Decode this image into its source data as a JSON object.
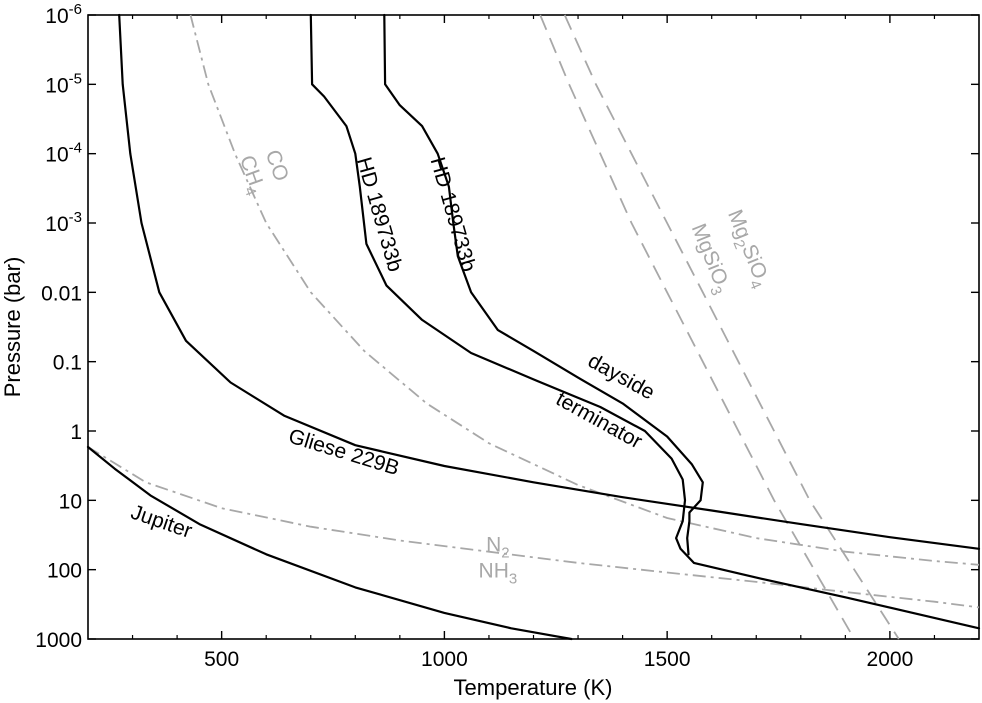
{
  "chart_data": {
    "type": "line",
    "title": "",
    "xlabel": "Temperature (K)",
    "ylabel": "Pressure (bar)",
    "xlim": [
      200,
      2200
    ],
    "ylim": [
      1e-06,
      1000
    ],
    "y_scale": "log",
    "y_inverted": true,
    "x_ticks": [
      {
        "value": 500,
        "label": "500"
      },
      {
        "value": 1000,
        "label": "1000"
      },
      {
        "value": 1500,
        "label": "1500"
      },
      {
        "value": 2000,
        "label": "2000"
      }
    ],
    "y_ticks": [
      {
        "value": 1e-06,
        "base": "10",
        "exp": "-6"
      },
      {
        "value": 1e-05,
        "base": "10",
        "exp": "-5"
      },
      {
        "value": 0.0001,
        "base": "10",
        "exp": "-4"
      },
      {
        "value": 0.001,
        "base": "10",
        "exp": "-3"
      },
      {
        "value": 0.01,
        "base": "0.01",
        "exp": ""
      },
      {
        "value": 0.1,
        "base": "0.1",
        "exp": ""
      },
      {
        "value": 1,
        "base": "1",
        "exp": ""
      },
      {
        "value": 10,
        "base": "10",
        "exp": ""
      },
      {
        "value": 100,
        "base": "100",
        "exp": ""
      },
      {
        "value": 1000,
        "base": "1000",
        "exp": ""
      }
    ],
    "colors": {
      "profile": "#000000",
      "condensation": "#a8a8a8"
    },
    "profiles": [
      {
        "label": "Jupiter",
        "label_at": {
          "t": 360,
          "p": 25,
          "angle": 19
        },
        "points": [
          [
            200,
            1.7
          ],
          [
            260,
            3.5
          ],
          [
            340,
            8.5
          ],
          [
            450,
            22
          ],
          [
            600,
            60
          ],
          [
            800,
            180
          ],
          [
            1000,
            420
          ],
          [
            1150,
            700
          ],
          [
            1285,
            1000
          ]
        ]
      },
      {
        "label": "Gliese 229B",
        "label_at": {
          "t": 770,
          "p": 2.5,
          "angle": 17
        },
        "points": [
          [
            270,
            1e-06
          ],
          [
            278,
            1e-05
          ],
          [
            295,
            0.0001
          ],
          [
            320,
            0.001
          ],
          [
            360,
            0.01
          ],
          [
            420,
            0.05
          ],
          [
            520,
            0.2
          ],
          [
            640,
            0.6
          ],
          [
            800,
            1.6
          ],
          [
            1000,
            3.2
          ],
          [
            1200,
            5.5
          ],
          [
            1400,
            9
          ],
          [
            1600,
            14
          ],
          [
            1800,
            22
          ],
          [
            2000,
            34
          ],
          [
            2200,
            50
          ]
        ]
      },
      {
        "label_lines": [
          "HD 189733b",
          "terminator"
        ],
        "label_at": [
          {
            "t": 840,
            "p": 0.0008,
            "angle": 74
          },
          {
            "t": 1340,
            "p": 0.85,
            "angle": 29
          }
        ],
        "points": [
          [
            700,
            1e-06
          ],
          [
            703,
            1e-05
          ],
          [
            730,
            1.5e-05
          ],
          [
            780,
            4e-05
          ],
          [
            800,
            0.0001
          ],
          [
            810,
            0.0003
          ],
          [
            825,
            0.002
          ],
          [
            870,
            0.008
          ],
          [
            950,
            0.025
          ],
          [
            1060,
            0.075
          ],
          [
            1200,
            0.18
          ],
          [
            1350,
            0.45
          ],
          [
            1450,
            1
          ],
          [
            1510,
            2.5
          ],
          [
            1535,
            5
          ],
          [
            1540,
            10
          ],
          [
            1535,
            20
          ],
          [
            1520,
            35
          ],
          [
            1530,
            50
          ],
          [
            1560,
            80
          ],
          [
            1700,
            130
          ],
          [
            1900,
            250
          ],
          [
            2200,
            700
          ]
        ]
      },
      {
        "label_lines": [
          "HD 189733b",
          "dayside"
        ],
        "label_at": [
          {
            "t": 1005,
            "p": 0.0008,
            "angle": 74
          },
          {
            "t": 1390,
            "p": 0.2,
            "angle": 29
          }
        ],
        "points": [
          [
            865,
            1e-06
          ],
          [
            867,
            1e-05
          ],
          [
            900,
            2e-05
          ],
          [
            950,
            4e-05
          ],
          [
            985,
            0.0001
          ],
          [
            1010,
            0.0003
          ],
          [
            1020,
            0.001
          ],
          [
            1030,
            0.003
          ],
          [
            1060,
            0.01
          ],
          [
            1120,
            0.035
          ],
          [
            1200,
            0.07
          ],
          [
            1300,
            0.17
          ],
          [
            1400,
            0.4
          ],
          [
            1500,
            1.2
          ],
          [
            1555,
            3
          ],
          [
            1580,
            5.5
          ],
          [
            1575,
            10
          ],
          [
            1550,
            15
          ],
          [
            1550,
            20
          ],
          [
            1545,
            35
          ],
          [
            1548,
            60
          ]
        ]
      }
    ],
    "condensation_curves": [
      {
        "label": "CO",
        "sublabel": "CH4",
        "label_html": {
          "main": "CO",
          "sub_pre": "CH",
          "sub_sub": "4"
        },
        "style": "dash-dot",
        "label_at": {
          "t": 610,
          "p": 0.00016,
          "angle": 70
        },
        "points": [
          [
            430,
            1e-06
          ],
          [
            470,
            1e-05
          ],
          [
            530,
            0.0001
          ],
          [
            600,
            0.001
          ],
          [
            700,
            0.01
          ],
          [
            820,
            0.07
          ],
          [
            960,
            0.4
          ],
          [
            1100,
            1.5
          ],
          [
            1300,
            6
          ],
          [
            1500,
            18
          ],
          [
            1700,
            35
          ],
          [
            1900,
            55
          ],
          [
            2100,
            75
          ],
          [
            2200,
            85
          ]
        ]
      },
      {
        "label": "N2",
        "sublabel": "NH3",
        "label_html": {
          "main": "N",
          "main_sub": "2",
          "sub_pre": "NH",
          "sub_sub": "3"
        },
        "style": "dash-dot",
        "label_at": {
          "t": 1120,
          "p": 55,
          "angle": 0
        },
        "points": [
          [
            200,
            1.7
          ],
          [
            330,
            5.5
          ],
          [
            500,
            13
          ],
          [
            700,
            24
          ],
          [
            900,
            38
          ],
          [
            1100,
            55
          ],
          [
            1300,
            80
          ],
          [
            1500,
            110
          ],
          [
            1700,
            150
          ],
          [
            1900,
            210
          ],
          [
            2100,
            290
          ],
          [
            2200,
            350
          ]
        ]
      },
      {
        "label": "Mg2SiO4",
        "label_html": {
          "a": "Mg",
          "a_sub": "2",
          "b": "SiO",
          "b_sub": "4"
        },
        "style": "dashed",
        "label_at": {
          "t": 1670,
          "p": 0.0025,
          "angle": 68
        },
        "points": [
          [
            1270,
            1e-06
          ],
          [
            1340,
            1e-05
          ],
          [
            1420,
            0.0001
          ],
          [
            1500,
            0.001
          ],
          [
            1580,
            0.01
          ],
          [
            1660,
            0.1
          ],
          [
            1740,
            1
          ],
          [
            1820,
            10
          ],
          [
            1920,
            100
          ],
          [
            2020,
            1000
          ]
        ]
      },
      {
        "label": "MgSiO3",
        "label_html": {
          "a": "MgSiO",
          "a_sub": "3",
          "b": "",
          "b_sub": ""
        },
        "style": "dashed",
        "label_at": {
          "t": 1585,
          "p": 0.0035,
          "angle": 68
        },
        "points": [
          [
            1215,
            1e-06
          ],
          [
            1280,
            1e-05
          ],
          [
            1350,
            0.0001
          ],
          [
            1420,
            0.001
          ],
          [
            1500,
            0.01
          ],
          [
            1580,
            0.1
          ],
          [
            1660,
            1
          ],
          [
            1740,
            10
          ],
          [
            1830,
            100
          ],
          [
            1920,
            1000
          ]
        ]
      }
    ]
  }
}
